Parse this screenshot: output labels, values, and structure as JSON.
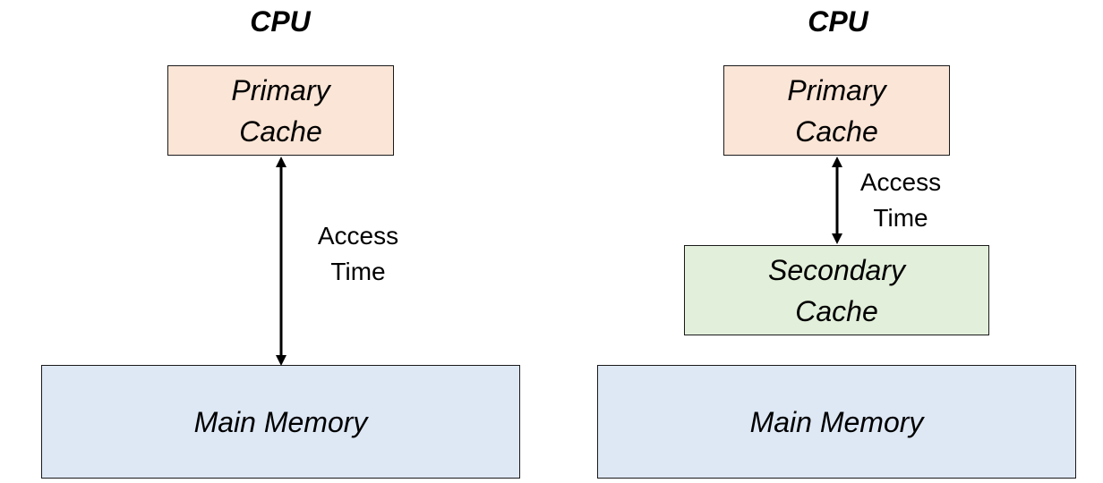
{
  "left": {
    "cpu_label": "CPU",
    "primary_cache": {
      "line1": "Primary",
      "line2": "Cache",
      "color": "#fbe5d6"
    },
    "access_time": {
      "line1": "Access",
      "line2": "Time"
    },
    "main_memory": {
      "label": "Main Memory",
      "color": "#dee8f5"
    }
  },
  "right": {
    "cpu_label": "CPU",
    "primary_cache": {
      "line1": "Primary",
      "line2": "Cache",
      "color": "#fbe5d6"
    },
    "access_time": {
      "line1": "Access",
      "line2": "Time"
    },
    "secondary_cache": {
      "line1": "Secondary",
      "line2": "Cache",
      "color": "#e2efda"
    },
    "main_memory": {
      "label": "Main Memory",
      "color": "#dee8f5"
    }
  }
}
